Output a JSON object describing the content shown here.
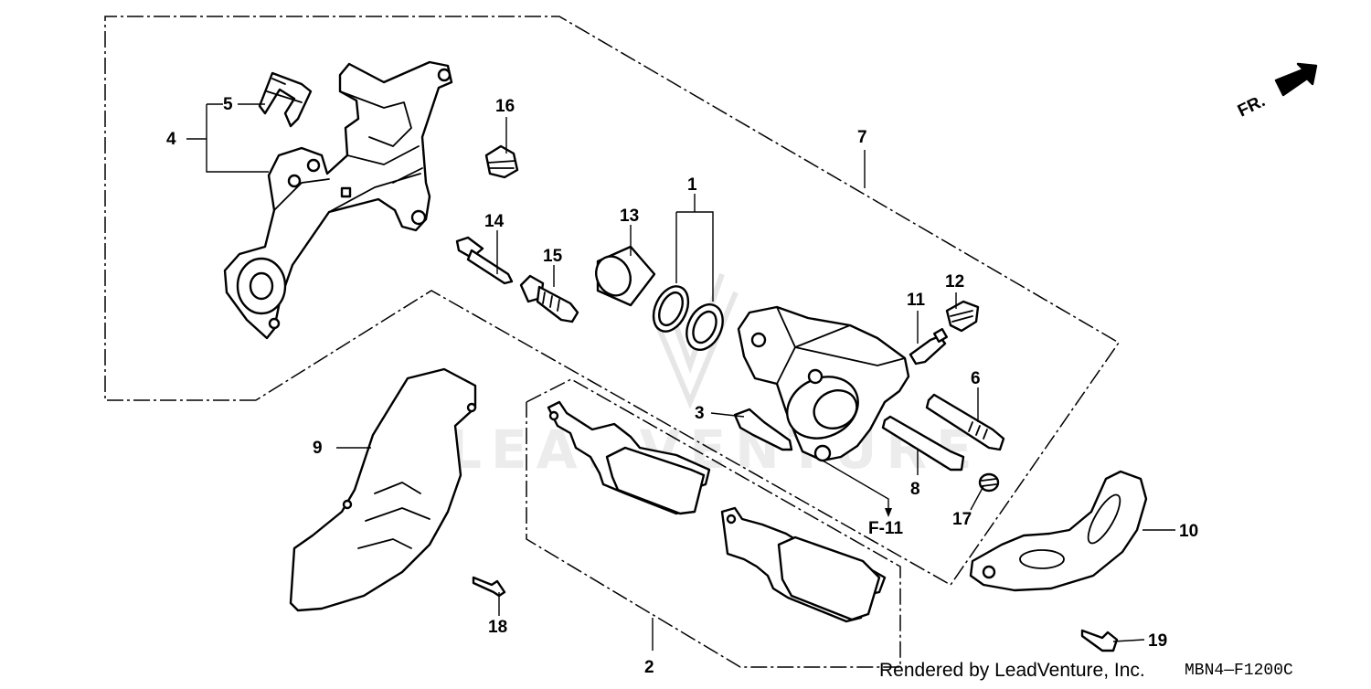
{
  "watermark": {
    "text": "LEADVENTURE"
  },
  "callouts": [
    {
      "id": "c1",
      "label": "1"
    },
    {
      "id": "c2",
      "label": "2"
    },
    {
      "id": "c3",
      "label": "3"
    },
    {
      "id": "c4",
      "label": "4"
    },
    {
      "id": "c5",
      "label": "5"
    },
    {
      "id": "c6",
      "label": "6"
    },
    {
      "id": "c7",
      "label": "7"
    },
    {
      "id": "c8",
      "label": "8"
    },
    {
      "id": "c9",
      "label": "9"
    },
    {
      "id": "c10",
      "label": "10"
    },
    {
      "id": "c11",
      "label": "11"
    },
    {
      "id": "c12",
      "label": "12"
    },
    {
      "id": "c13",
      "label": "13"
    },
    {
      "id": "c14",
      "label": "14"
    },
    {
      "id": "c15",
      "label": "15"
    },
    {
      "id": "c16",
      "label": "16"
    },
    {
      "id": "c17",
      "label": "17"
    },
    {
      "id": "c18",
      "label": "18"
    },
    {
      "id": "c19",
      "label": "19"
    }
  ],
  "direction_label": "FR.",
  "reference_label": "F-11",
  "footer": {
    "credit": "Rendered by LeadVenture, Inc.",
    "diagram_code": "MBN4—F1200C"
  }
}
